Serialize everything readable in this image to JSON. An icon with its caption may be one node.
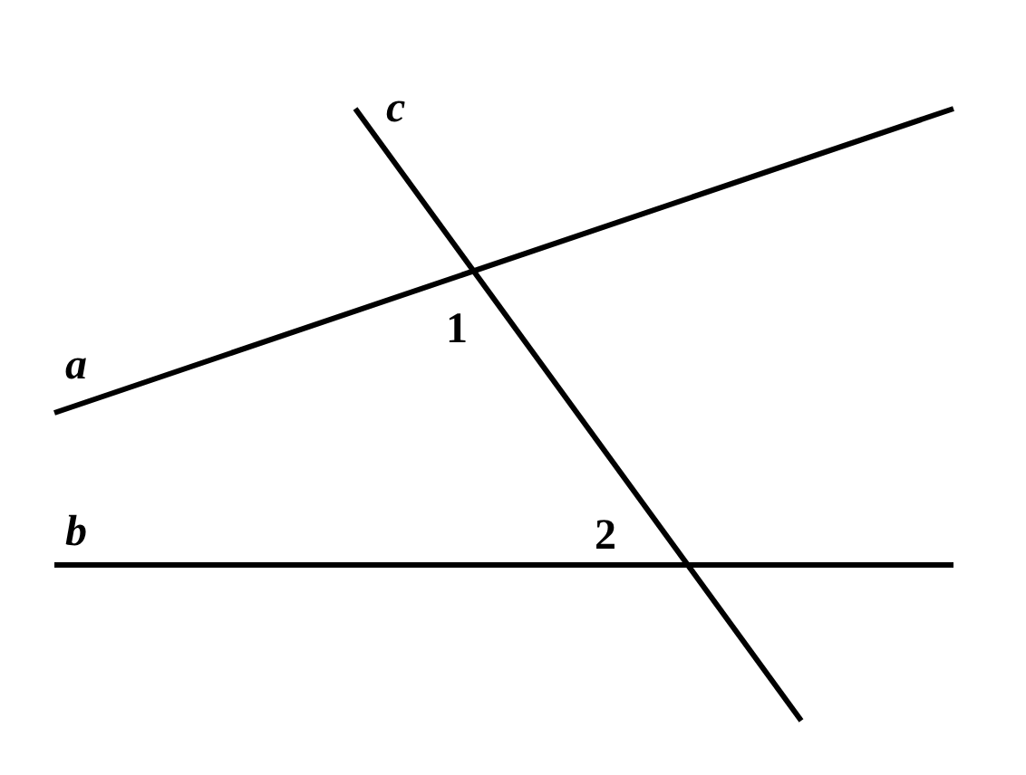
{
  "diagram": {
    "labels": [
      "c",
      "1",
      "a",
      "b",
      "2"
    ]
  }
}
